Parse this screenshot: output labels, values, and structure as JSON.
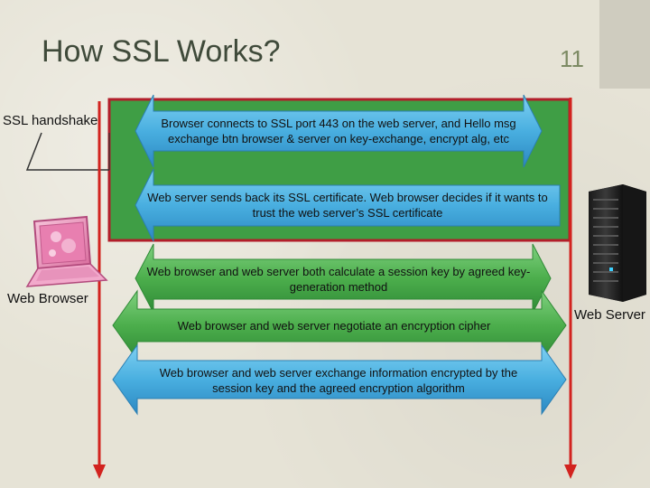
{
  "slide": {
    "title": "How SSL Works?",
    "number": "11"
  },
  "labels": {
    "handshake": "SSL handshake",
    "client": "Web Browser",
    "server": "Web Server"
  },
  "steps": [
    {
      "text": "Browser connects to SSL port 443 on the web server, and Hello msg exchange btn browser & server on key-exchange, encrypt alg, etc",
      "direction": "both",
      "color": "#3aa6d8",
      "phase": "handshake"
    },
    {
      "text": "Web server sends back its SSL certificate. Web browser decides if it wants to trust the web server’s SSL certificate",
      "direction": "left",
      "color": "#3aa6d8",
      "phase": "handshake"
    },
    {
      "text": "Web browser and web server both calculate a session key by agreed key-generation method",
      "direction": "both",
      "color": "#4caf4c",
      "phase": "session"
    },
    {
      "text": "Web browser and web server negotiate an encryption cipher",
      "direction": "both",
      "color": "#4caf4c",
      "phase": "session"
    },
    {
      "text": "Web browser and web server exchange information encrypted by the session key and the agreed encryption algorithm",
      "direction": "both",
      "color": "#3aa6d8",
      "phase": "session"
    }
  ],
  "colors": {
    "handshake_box_fill": "#3f9e45",
    "handshake_box_border": "#b21e2a",
    "lifeline": "#d2231f",
    "title": "#3f4a3a",
    "slide_number": "#7c8a63"
  },
  "icons": {
    "client": "laptop-icon",
    "server": "server-rack-icon"
  }
}
